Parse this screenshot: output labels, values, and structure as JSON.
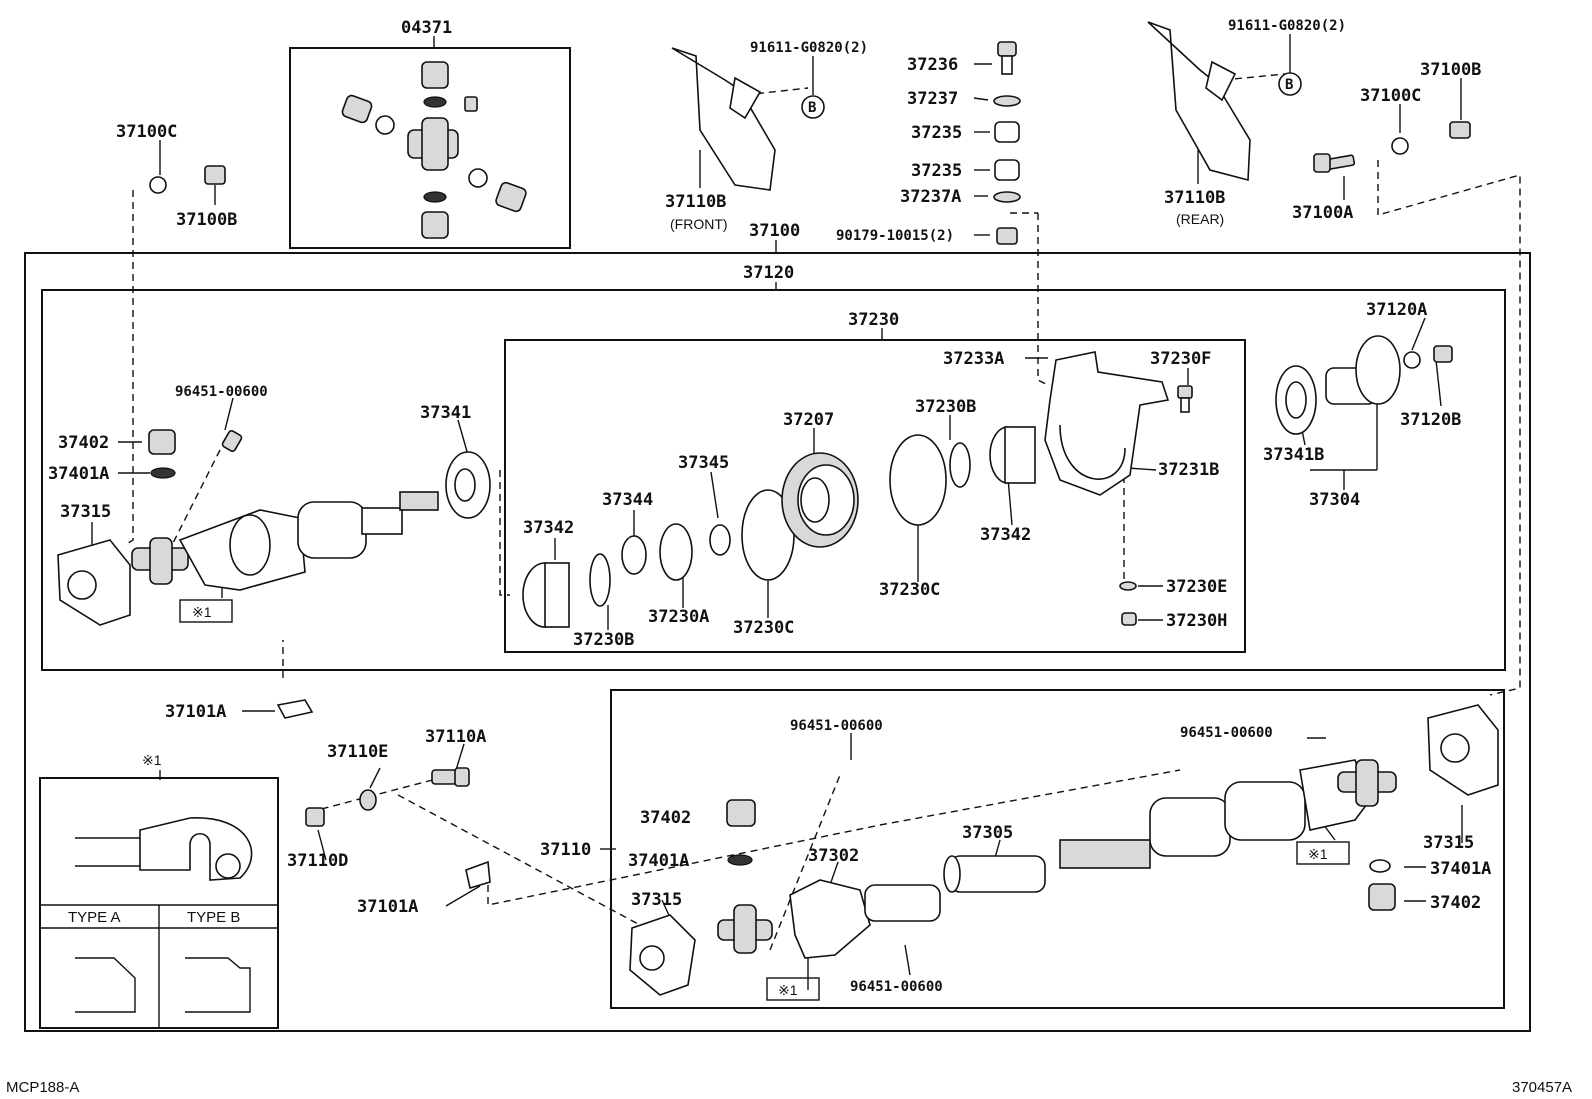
{
  "labels": {
    "p04371": "04371",
    "p91611_front": "91611-G0820(2)",
    "p91611_rear": "91611-G0820(2)",
    "p37236": "37236",
    "p37237": "37237",
    "p37235_a": "37235",
    "p37235_b": "37235",
    "p37237A": "37237A",
    "p90179": "90179-10015(2)",
    "p37100B_top": "37100B",
    "p37100C_top": "37100C",
    "p37100A": "37100A",
    "p37100C_left": "37100C",
    "p37100B_left": "37100B",
    "p37110B_front": "37110B",
    "front": "(FRONT)",
    "p37110B_rear": "37110B",
    "rear": "(REAR)",
    "p37100": "37100",
    "p37120": "37120",
    "p37230": "37230",
    "p37233A": "37233A",
    "p37230F": "37230F",
    "p37120A": "37120A",
    "p37120B": "37120B",
    "p96451_a": "96451-00600",
    "p37341": "37341",
    "p37207": "37207",
    "p37230B_a": "37230B",
    "p37231B": "37231B",
    "p37341B": "37341B",
    "p37304": "37304",
    "p37402_a": "37402",
    "p37401A_a": "37401A",
    "p37315_a": "37315",
    "p37345": "37345",
    "p37344": "37344",
    "p37342_a": "37342",
    "p37342_b": "37342",
    "p37230C_a": "37230C",
    "p37230C_b": "37230C",
    "p37230A": "37230A",
    "p37230B_b": "37230B",
    "p37230E": "37230E",
    "p37230H": "37230H",
    "mark1_a": "※1",
    "p37101A_a": "37101A",
    "p96451_b": "96451-00600",
    "p96451_c": "96451-00600",
    "p37110E": "37110E",
    "p37110A": "37110A",
    "p37110D": "37110D",
    "p37101A_b": "37101A",
    "p37110": "37110",
    "p37402_b": "37402",
    "p37401A_b": "37401A",
    "p37315_b": "37315",
    "p37302": "37302",
    "p37305": "37305",
    "p96451_d": "96451-00600",
    "mark1_b": "※1",
    "mark1_c": "※1",
    "p37315_c": "37315",
    "p37401A_c": "37401A",
    "p37402_c": "37402",
    "legend_mark": "※1",
    "b_front": "B",
    "b_rear": "B"
  },
  "legend": {
    "type_a": "TYPE A",
    "type_b": "TYPE B"
  },
  "footer": {
    "left_code": "MCP188-A",
    "right_code": "370457A"
  }
}
